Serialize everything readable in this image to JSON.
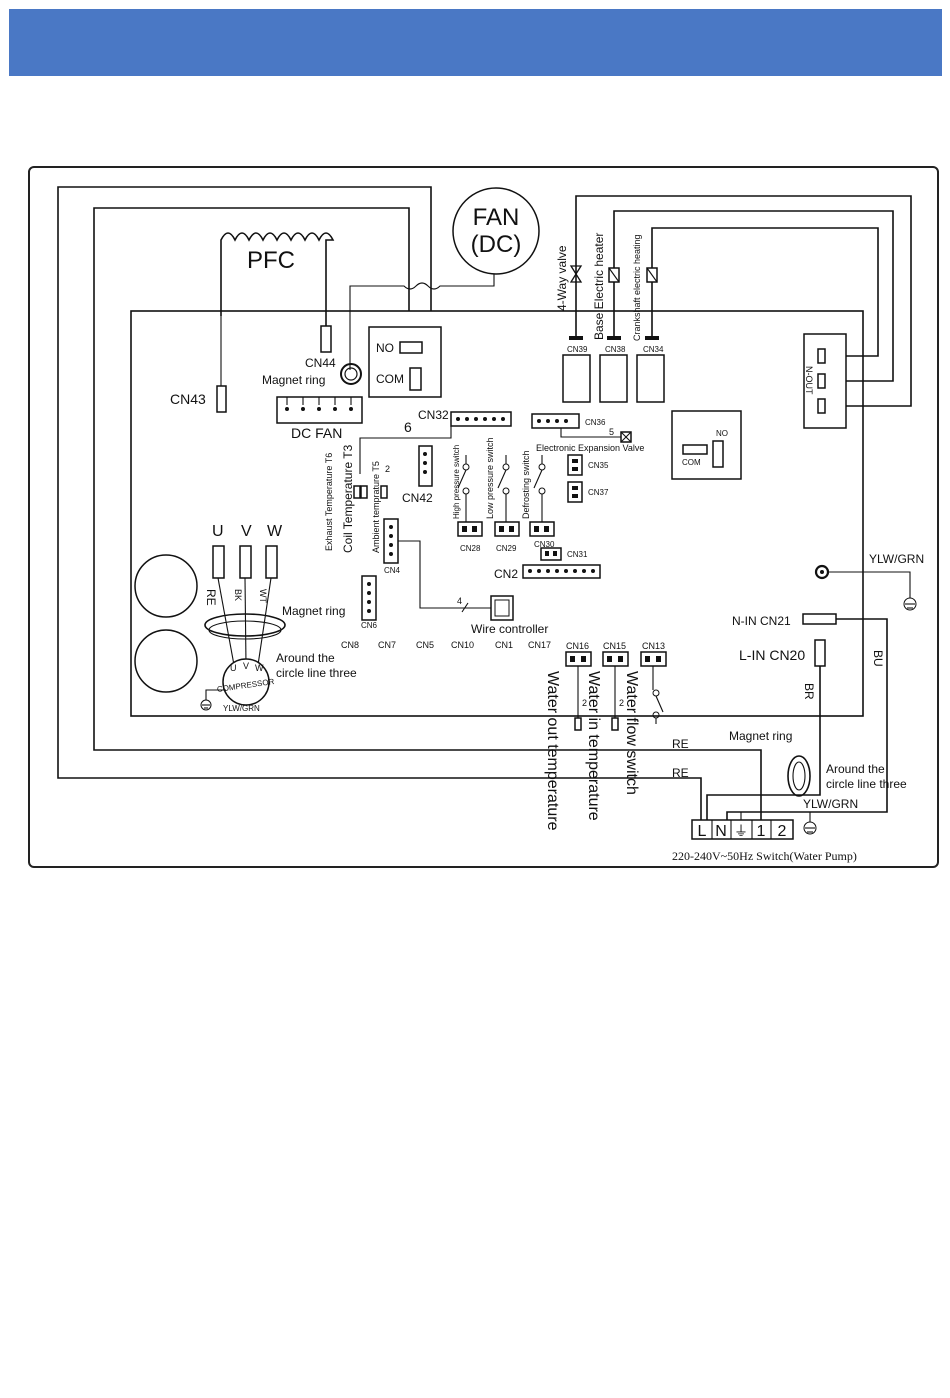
{
  "colors": {
    "header": "#4a78c5",
    "ink": "#111111"
  },
  "components": {
    "pfc": "PFC",
    "fan_line1": "FAN",
    "fan_line2": "(DC)",
    "dc_fan": "DC FAN",
    "compressor": "COMPRESSOR",
    "magnet_ring": "Magnet ring",
    "wire_controller": "Wire controller",
    "no": "NO",
    "com": "COM",
    "n_out": "N-OUT",
    "uvw": [
      "U",
      "V",
      "W"
    ],
    "wire_colors": [
      "RE",
      "BK",
      "WT"
    ],
    "around_line1": "Around the",
    "around_line2": "circle line three",
    "ylw_grn": "YLW/GRN",
    "re": "RE",
    "bu": "BU",
    "br": "BR"
  },
  "connectors": {
    "cn43": "CN43",
    "cn44": "CN44",
    "cn32": "CN32",
    "cn42": "CN42",
    "cn4": "CN4",
    "cn6": "CN6",
    "cn28": "CN28",
    "cn29": "CN29",
    "cn30": "CN30",
    "cn31": "CN31",
    "cn2": "CN2",
    "cn35": "CN35",
    "cn37": "CN37",
    "cn36": "CN36",
    "cn39": "CN39",
    "cn38": "CN38",
    "cn34": "CN34",
    "cn16": "CN16",
    "cn15": "CN15",
    "cn13": "CN13",
    "bottom_row": [
      "CN8",
      "CN7",
      "CN5",
      "CN10",
      "CN1",
      "CN17"
    ],
    "n_in": "N-IN CN21",
    "l_in": "L-IN CN20",
    "six": "6",
    "two": "2",
    "five": "5",
    "four": "4"
  },
  "labels": {
    "valve_4way": "4-Way valve",
    "base_heater": "Base Electric heater",
    "crankshaft_heater": "Crankshaft electric heating",
    "eev": "Electronic Expansion Valve",
    "exhaust_t6": "Exhaust Temperature T6",
    "coil_t3": "Coil  Temperature T3",
    "ambient_t5": "Ambient temprature T5",
    "high_pressure": "High pressure switch",
    "low_pressure": "Low pressure switch",
    "defrosting": "Defrosting  switch",
    "water_out": "Water out temperature",
    "water_in": "Water in temperature",
    "water_flow": "Water flow switch"
  },
  "terminal": {
    "keys": [
      "L",
      "N",
      "⏚",
      "1",
      "2"
    ],
    "caption": "220-240V~50Hz Switch(Water Pump)"
  }
}
